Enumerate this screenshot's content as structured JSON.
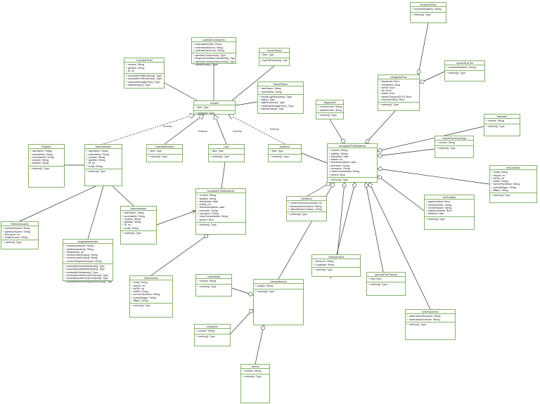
{
  "classes": [
    {
      "id": "usuario",
      "name": "Usuario",
      "attrs": [
        "+ field: Type"
      ],
      "methods": [
        "+ method(): Type"
      ]
    },
    {
      "id": "consultarPerfil",
      "name": "ConsultarPerfil",
      "attrs": [
        "+ nombre: String",
        "+ apellido: String",
        "+ ID: int"
      ],
      "methods": [
        "+ consultarPerfilRequest(): Type",
        "+ consultarPerfilSuccess(): Type",
        "+ mostrarMensajeError(): Type",
        "+ validarDatos(): Type"
      ]
    },
    {
      "id": "cambiarContrasena",
      "name": "cambiarContraseña",
      "attrs": [
        "+ contraseñaVieja: String",
        "+ contraseñaNueva: String",
        "+ contraseñaNueva2: String"
      ],
      "methods": [
        "+ cambiarContraseña(): Type",
        "+ RequestCambiarContraseña(): Type",
        "+ cambiarContraseñaSuccess(): Type",
        "+ validarDatos(): Type"
      ]
    },
    {
      "id": "cerrarSesion",
      "name": "CerrarSesion",
      "attrs": [
        "+ field: Type"
      ],
      "methods": [
        "+ logOutRequest(): void"
      ]
    },
    {
      "id": "iniciarSesion",
      "name": "iniciarSesion",
      "attrs": [
        "+ userName: String",
        "+ contraseña: String"
      ],
      "methods": [
        "+ iniciarLoginRequest(): Type",
        "+ login(): Type",
        "+ loginSuccess(): Type",
        "+ mostrarMensajeError(): Type",
        "+ validarDatos(): Type"
      ]
    },
    {
      "id": "asignadoA",
      "name": "asignadoA",
      "attrs": [
        "+ nombreLider: String",
        "+ apellidoLider: String"
      ],
      "methods": [
        "+ method(): Type"
      ]
    },
    {
      "id": "ministerioSirve",
      "name": "ministerioSirve",
      "attrs": [
        "+ nombreMinisterio: String"
      ],
      "methods": [
        "+ method(): Type"
      ]
    },
    {
      "id": "infoIglesiaTree",
      "name": "infoIglesiaTree",
      "attrs": [
        "+ Bautizado: Bool",
        "+ miraNuevo: Bool",
        "+ sierve: Bool",
        "+ tito: Bool",
        "+ Asiste: Bool",
        "+ asisteTiVisperaDT16: Bool",
        "+ conoceDeDios: Bool"
      ],
      "methods": [
        "+ method(): Type"
      ]
    },
    {
      "id": "dondeSirveTim",
      "name": "dondeSirveTim",
      "attrs": [
        "+ nombreMinisterio: String"
      ],
      "methods": [
        "+ method(): Type"
      ]
    },
    {
      "id": "intereses",
      "name": "intereses",
      "attrs": [
        "+ nombre: String"
      ],
      "methods": [
        "+ method(): Type"
      ]
    },
    {
      "id": "enQueMomentoLlego",
      "name": "enQueMomentoLlego",
      "attrs": [
        "+ nombre: String"
      ],
      "methods": [
        "+ method(): Type"
      ]
    },
    {
      "id": "infoContactoR",
      "name": "infoContacto",
      "attrs": [
        "+ email: String",
        "+ celular: int",
        "+ telFijo: int",
        "+ twitter: String",
        "+ correoFacebook: String",
        "+ cuentaSkype: String",
        "+ BBpin: String"
      ],
      "methods": [
        "+ method(): Type"
      ]
    },
    {
      "id": "registro",
      "name": "Registro",
      "attrs": [
        "+ userName: String",
        "+ contraseña: String",
        "+ contraseña2: String",
        "+ nombre: String",
        "+ apellido: String"
      ],
      "methods": [
        "+ method(): Type"
      ]
    },
    {
      "id": "administrador",
      "name": "Administrador",
      "attrs": [
        "+ userName: String",
        "+ contraseña: String",
        "+ nombre: String",
        "+ apellido: String",
        "+ ID: int",
        "+ email: String"
      ],
      "methods": [
        "+ method(): Type"
      ]
    },
    {
      "id": "cabezaMinisterio",
      "name": "CabezaMinisterio",
      "attrs": [
        "+ field: Type"
      ],
      "methods": [
        "+ method(): Type"
      ]
    },
    {
      "id": "lider",
      "name": "Lider",
      "attrs": [
        "+ field: Type"
      ],
      "methods": [
        "+ method(): Type"
      ]
    },
    {
      "id": "asistente",
      "name": "Asistente",
      "attrs": [
        "+ field: Type"
      ],
      "methods": [
        "+ method(): Type"
      ]
    },
    {
      "id": "actualizarPerfilAsistente",
      "name": "ActualizarPerfilAsistente",
      "attrs": [
        "+ nombre: String",
        "+ apellido: String",
        "+ fechaNaci: date",
        "+ estado: int",
        "+ fechaNacimiento: date",
        "+ intereses: String",
        "+ consejero: String",
        "+ rolesCompletados: String",
        "+ genero: Bool"
      ],
      "methods": [
        "+ method(): Type"
      ]
    },
    {
      "id": "actualizarPerfilAsistenteMid",
      "name": "ActualizarPerfilAsistente",
      "attrs": [
        "+ nombre: String",
        "+ apellido: String",
        "+ fechaNace: date",
        "+ estado: int",
        "+ fechaNacimiento: date",
        "+ intereses: String",
        "+ consejero: String",
        "+ rolesCompletados: String",
        "+ genero: Bool"
      ],
      "methods": [
        "+ method(): Type"
      ]
    },
    {
      "id": "administradorSub",
      "name": "Administrador",
      "attrs": [
        "+ userName: String",
        "+ contraseña: String",
        "+ nombre: String",
        "+ apellido: String",
        "+ ID: int",
        "+ email: String"
      ],
      "methods": [
        "+ method(): Type"
      ]
    },
    {
      "id": "eliminarUsuario",
      "name": "EliminarUsuario",
      "attrs": [
        "+ nombreUsuario: String",
        "+ apellidoUsuario: String",
        "+ IDusuario: int",
        "+ emailUsuario: String"
      ],
      "methods": [
        "+ method(): Type"
      ]
    },
    {
      "id": "asignarAsistentes",
      "name": "AsignarAsistentes",
      "attrs": [
        "+ nombreAsistente: String",
        "+ apellidoAsistente: String",
        "+ IDAsistente: int",
        "+ nombreLiderGrupoA: String",
        "+ nombreLiderGrupoB: String",
        "+ nombreSegmentoGrupo: String"
      ],
      "methods": [
        "+ consultarNombreAsistente(): Type",
        "+ consultarApellidoAsistente(): Type",
        "+ consultarIDAsistente(): Type",
        "+ consultarnombreLiderGrupoA(): Type",
        "+ consultarnombreLiderGrupoB(): Type",
        "+ consultarnombreSegmentoGrupo(): Type"
      ]
    },
    {
      "id": "infoNuevo",
      "name": "infoNuevo",
      "attrs": [
        "+ numeroVecesConectado: int",
        "+ fechaUltimoContacto: String",
        "+ ultimoMedioContacto: String"
      ],
      "methods": [
        "+ method(): Type"
      ]
    },
    {
      "id": "infoFamiliar",
      "name": "infoFamiliar",
      "attrs": [
        "+ papaCristiano: Bool",
        "+ nombrePadre: String",
        "+ nombreMadre: String",
        "+ mamaCristiana: Bool",
        "+ telMama: date"
      ],
      "methods": [
        "+ method(): Type"
      ]
    },
    {
      "id": "infoContactoL",
      "name": "infoContacto",
      "attrs": [
        "+ email: String",
        "+ celular: int",
        "+ telFijo: int",
        "+ twitter: String",
        "+ correoFacebook: String",
        "+ cuentaSkype: String",
        "+ BBpin: String"
      ],
      "methods": [
        "+ method(): Type"
      ]
    },
    {
      "id": "universidad",
      "name": "universidad",
      "attrs": [
        "+ nombre: String"
      ],
      "methods": [
        "+ method(): Type"
      ]
    },
    {
      "id": "infoAcademica",
      "name": "infoAcademica",
      "attrs": [
        "+ colegio: String"
      ],
      "methods": [
        "+ method(): Type"
      ]
    },
    {
      "id": "infoEspecifica",
      "name": "infoEspecifica",
      "attrs": [
        "+ direccion: String",
        "+ Localidad: String"
      ],
      "methods": [
        "+ method(): Type"
      ]
    },
    {
      "id": "gomoseFirePastory",
      "name": "gomoseFirePastory",
      "attrs": [
        "+ mes: Bool"
      ],
      "methods": [
        "+ method(): Type"
      ]
    },
    {
      "id": "ocupacion",
      "name": "ocupacion",
      "attrs": [
        "+ nombre: String"
      ],
      "methods": [
        "+ method(): Type"
      ]
    },
    {
      "id": "observaciones",
      "name": "observaciones",
      "attrs": [
        "+ observacionPersonal: String",
        "+ observacionGrheste: String"
      ],
      "methods": [
        "+ method(): Type"
      ]
    },
    {
      "id": "carrera",
      "name": "carrera",
      "attrs": [
        "+ nombre: String"
      ],
      "methods": [
        "+ method(): Type"
      ]
    }
  ],
  "edge_labels": [
    "Extends",
    "Extends",
    "Extends",
    "Extends"
  ],
  "colors": {
    "border": "#82b366",
    "edge": "#333333"
  }
}
